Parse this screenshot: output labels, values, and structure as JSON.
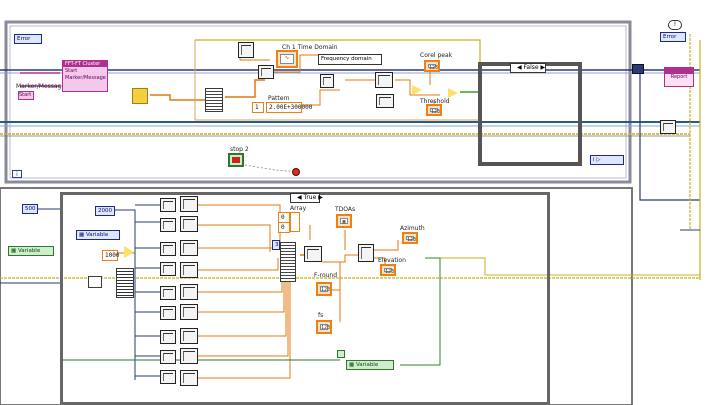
{
  "top_loop": {
    "error_in_label": "Error",
    "error_out_label": "Error",
    "marker_message_label": "Marker/Message",
    "marker_message_value": "Start",
    "cluster_title": "FFT-FT Cluster",
    "cluster_field_1": "Start",
    "cluster_field_2": "Marker/Message",
    "time_domain_label": "Ch 1 Time Domain",
    "domain_select": "Frequency domain",
    "pattern_label": "Pattern",
    "pattern_value": "2.00E+300000",
    "pattern_prefix": "1",
    "corel_peak_label": "Corel peak",
    "threshold_label": "Threshold",
    "case_false": "False",
    "stop_label": "stop 2",
    "report_label": "Report",
    "iteration_label": "i"
  },
  "bottom_loop": {
    "const_500": "500",
    "const_2000": "2000",
    "const_1000": "1000",
    "variable_left": "Variable",
    "variable_blue": "Variable",
    "variable_bottom": "Variable",
    "case_true": "True",
    "array_label": "Array",
    "array_v1": "0",
    "array_v2": "0",
    "tdoa_label": "TDOAs",
    "azimuth_label": "Azimuth",
    "elevation_label": "Elevation",
    "fround_label": "F-round",
    "fs_label": "fs",
    "index_label": "3"
  }
}
